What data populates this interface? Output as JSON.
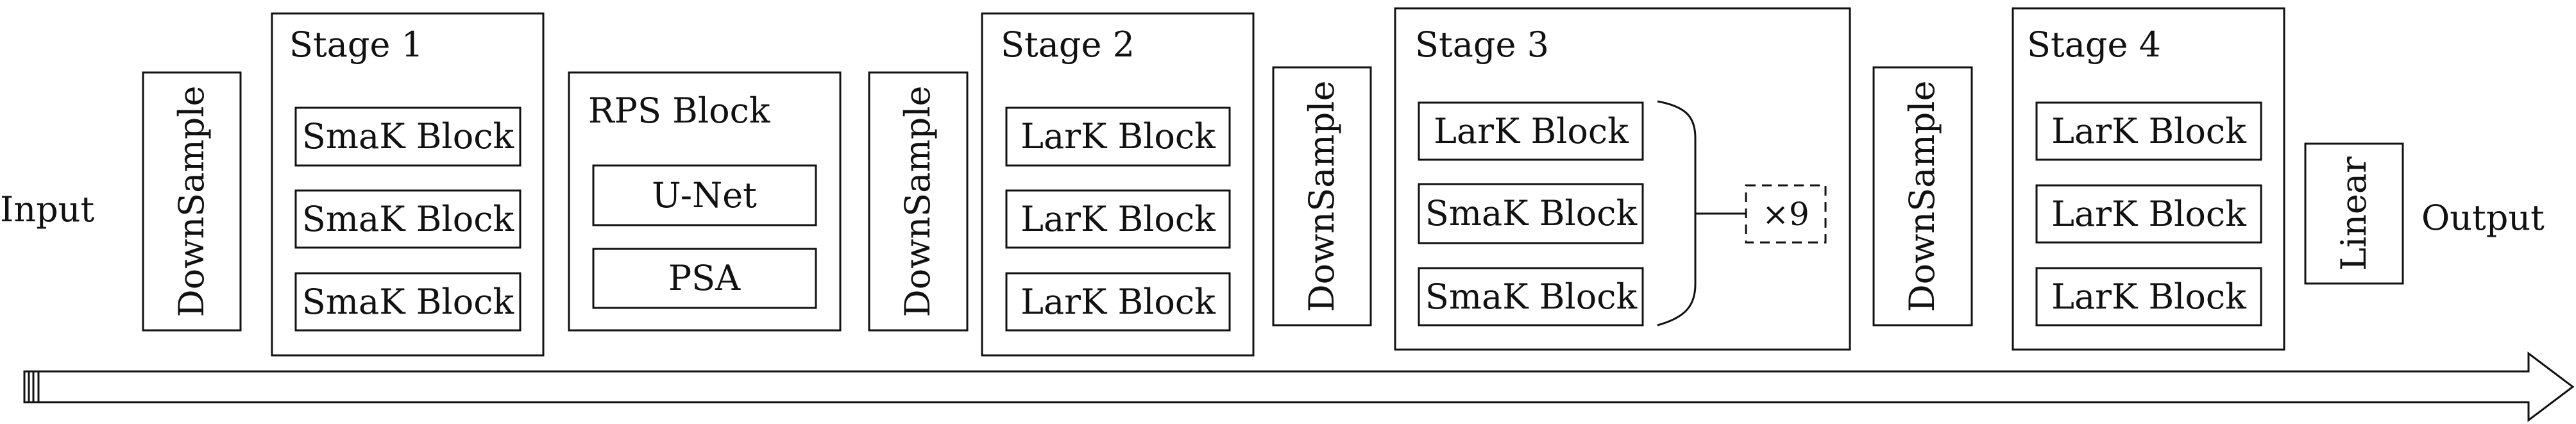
{
  "diagram": {
    "input_label": "Input",
    "output_label": "Output",
    "downsample_label": "DownSample",
    "stage1": {
      "title": "Stage 1",
      "blocks": [
        "SmaK Block",
        "SmaK Block",
        "SmaK Block"
      ]
    },
    "rps": {
      "title": "RPS Block",
      "blocks": [
        "U-Net",
        "PSA"
      ]
    },
    "stage2": {
      "title": "Stage 2",
      "blocks": [
        "LarK Block",
        "LarK Block",
        "LarK Block"
      ]
    },
    "stage3": {
      "title": "Stage 3",
      "blocks": [
        "LarK Block",
        "SmaK Block",
        "SmaK Block"
      ],
      "repeat_label": "×9"
    },
    "stage4": {
      "title": "Stage 4",
      "blocks": [
        "LarK Block",
        "LarK Block",
        "LarK Block"
      ]
    },
    "linear_label": "Linear"
  },
  "colors": {
    "stroke": "#111111",
    "background": "#ffffff",
    "text": "#111111"
  }
}
